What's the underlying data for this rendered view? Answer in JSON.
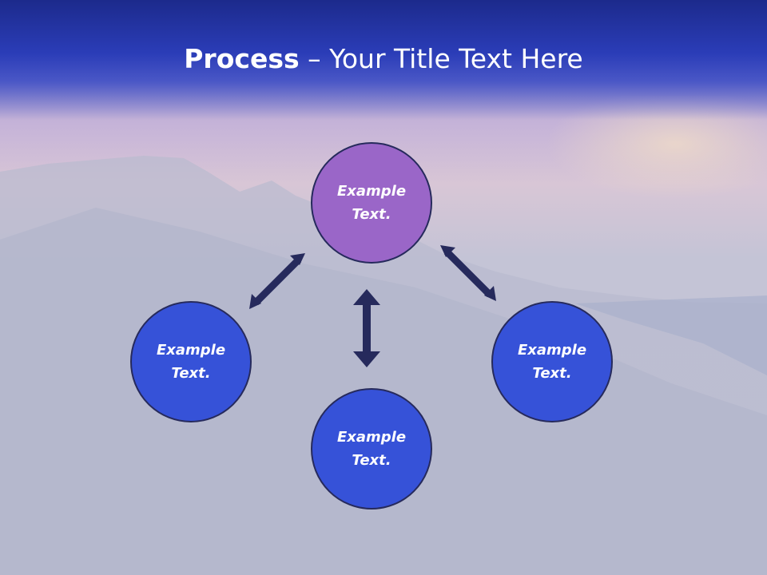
{
  "slide": {
    "title_bold": "Process",
    "title_rest": " – Your Title Text Here"
  },
  "nodes": [
    {
      "id": "top",
      "text": "Example\nText.",
      "color": "#9a66c8"
    },
    {
      "id": "left",
      "text": "Example\nText.",
      "color": "#3652d8"
    },
    {
      "id": "right",
      "text": "Example\nText.",
      "color": "#3652d8"
    },
    {
      "id": "bottom",
      "text": "Example\nText.",
      "color": "#3652d8"
    }
  ],
  "colors": {
    "title_band": "#2b3db8",
    "arrow": "#262a5c",
    "circle_border": "#262a5c"
  },
  "icons": [
    "double-arrow-icon"
  ]
}
